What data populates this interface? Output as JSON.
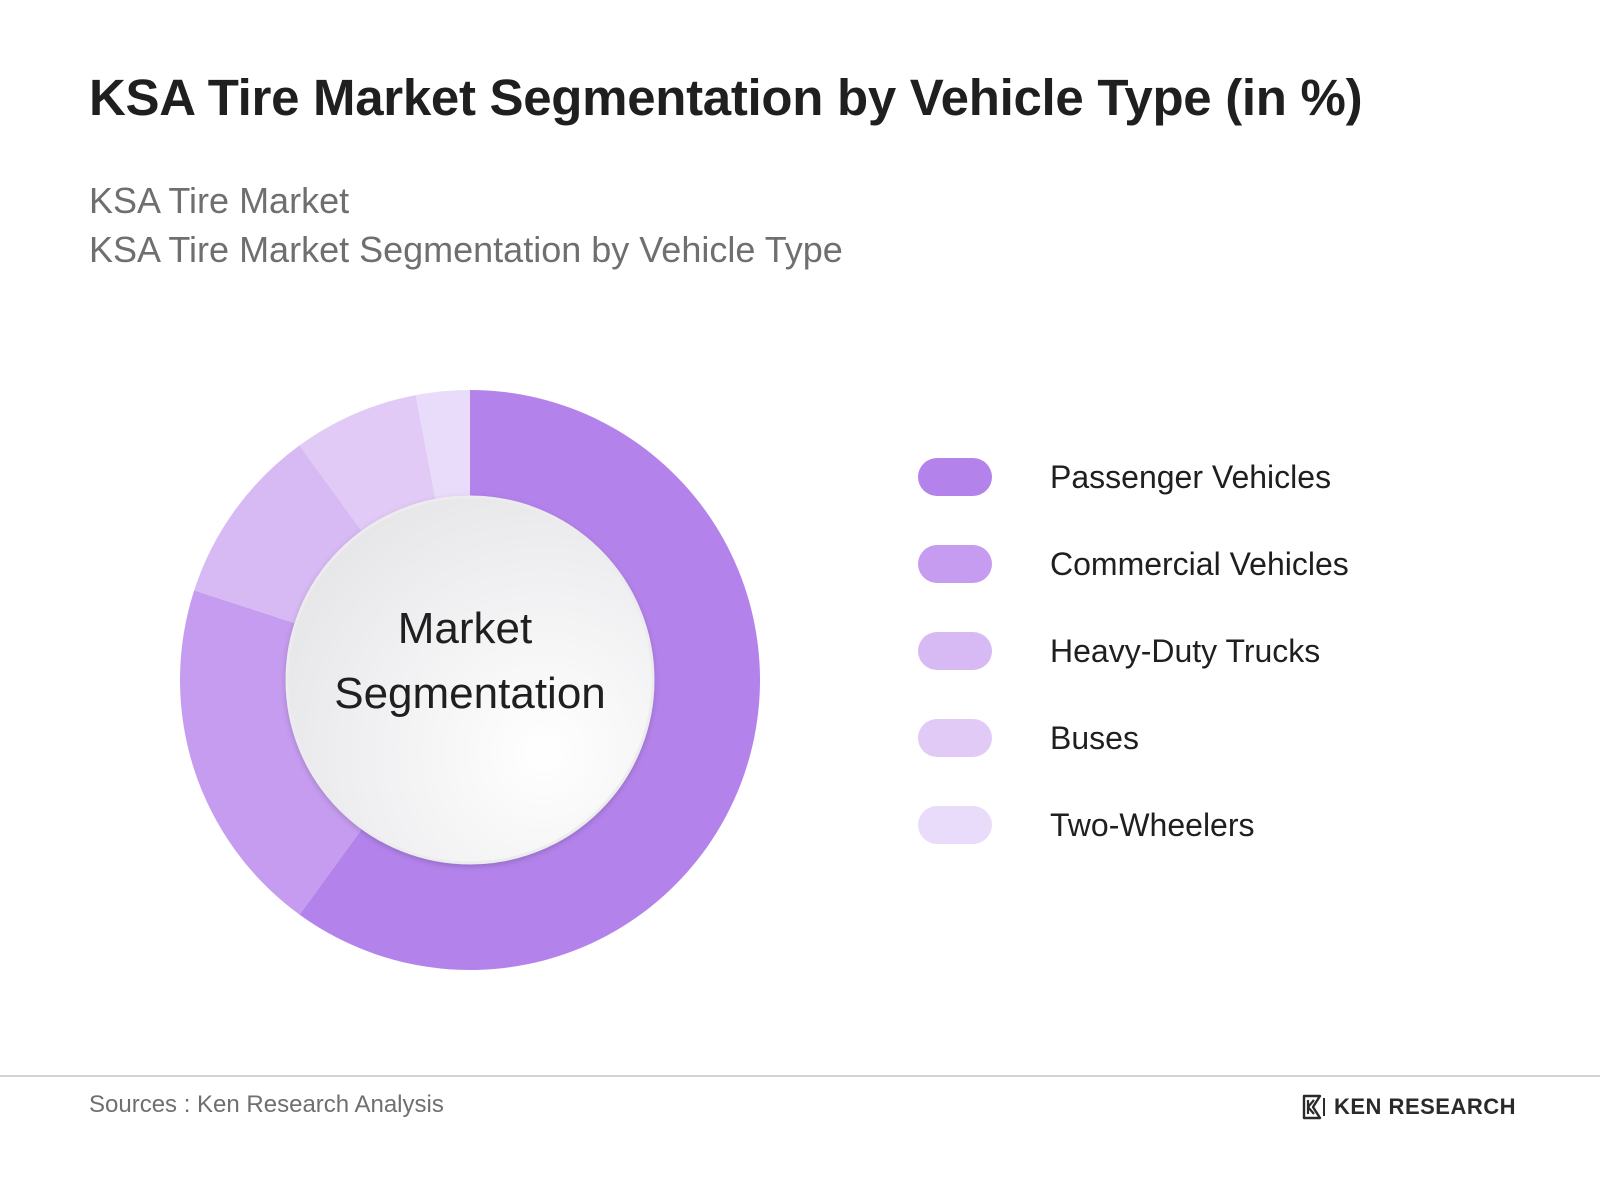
{
  "header": {
    "title": "KSA Tire Market Segmentation by Vehicle Type (in %)",
    "subtitle_line1": "KSA Tire Market",
    "subtitle_line2": "KSA Tire Market Segmentation by Vehicle Type"
  },
  "chart_data": {
    "type": "pie",
    "center_label_line1": "Market",
    "center_label_line2": "Segmentation",
    "categories": [
      "Passenger Vehicles",
      "Commercial Vehicles",
      "Heavy-Duty Trucks",
      "Buses",
      "Two-Wheelers"
    ],
    "values": [
      60,
      20,
      10,
      7,
      3
    ],
    "colors": [
      "#b383eb",
      "#c59cef",
      "#d7b9f4",
      "#e1cbf6",
      "#e9dbfa"
    ],
    "donut": true,
    "legend_position": "right"
  },
  "footer": {
    "source": "Sources : Ken Research Analysis",
    "brand": "KEN RESEARCH"
  }
}
